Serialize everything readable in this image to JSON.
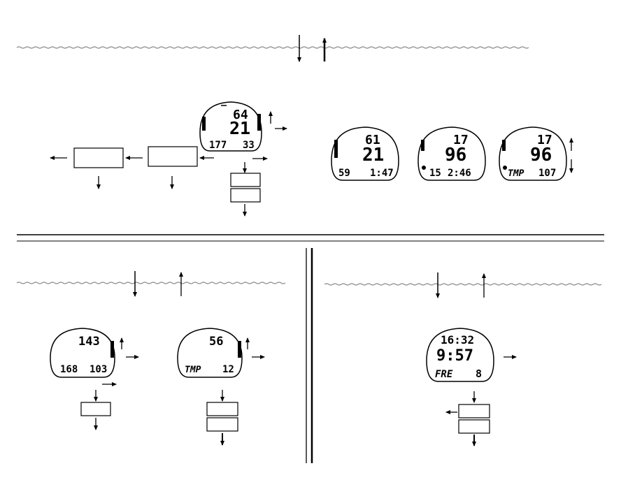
{
  "colors": {
    "ink": "#000000",
    "water": "#8a8a8a",
    "paper": "#ffffff"
  },
  "screens": {
    "top_center": {
      "l1": "64",
      "l2": "21",
      "l3a": "177",
      "l3b": "33"
    },
    "top_r1": {
      "l1": "61",
      "l2": "21",
      "l3a": "59",
      "l3b": "1:47"
    },
    "top_r2": {
      "l1": "17",
      "l2": "96",
      "l3a": "15",
      "l3b": "2:46"
    },
    "top_r3": {
      "l1": "17",
      "l2": "96",
      "l3a": "TMP",
      "l3b": "107"
    },
    "bl1": {
      "l1": "143",
      "l3a": "168",
      "l3b": "103"
    },
    "bl2": {
      "l1": "56",
      "l3a": "TMP",
      "l3b": "12"
    },
    "br": {
      "l1": "16:32",
      "l2": "9:57",
      "l3a": "FRE",
      "l3b": "8"
    }
  }
}
